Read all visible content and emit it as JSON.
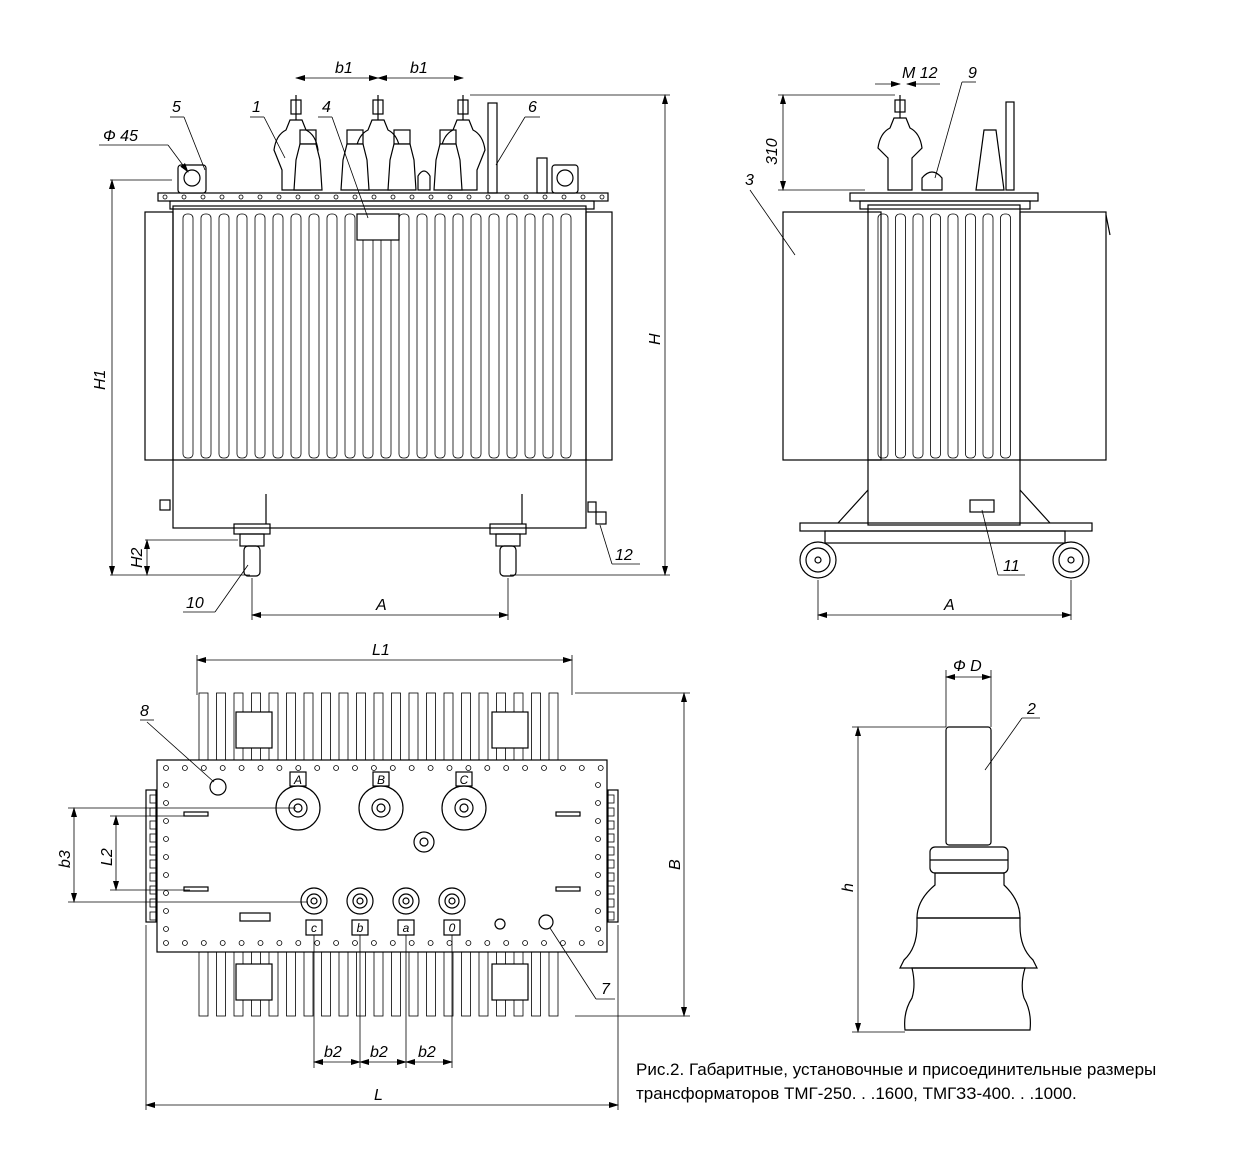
{
  "caption": {
    "line1": "Рис.2. Габаритные, установочные и присоединительные размеры",
    "line2": "трансформаторов  ТМГ-250. . .1600, ТМГЗЗ-400. . .1000."
  },
  "front_view": {
    "dims": {
      "b1_left": "b1",
      "b1_right": "b1",
      "phi45": "Ф 45",
      "H1": "H1",
      "H": "H",
      "H2": "H2",
      "A": "A"
    },
    "callouts": {
      "c1": "1",
      "c4": "4",
      "c5": "5",
      "c6": "6",
      "c10": "10",
      "c12": "12"
    }
  },
  "side_view": {
    "dims": {
      "M12": "M 12",
      "d310": "310",
      "A": "A"
    },
    "callouts": {
      "c3": "3",
      "c9": "9",
      "c11": "11"
    }
  },
  "top_view": {
    "dims": {
      "L1": "L1",
      "L": "L",
      "B": "B",
      "b3": "b3",
      "L2": "L2",
      "b2_1": "b2",
      "b2_2": "b2",
      "b2_3": "b2"
    },
    "callouts": {
      "c7": "7",
      "c8": "8"
    },
    "terminals_hv": [
      "A",
      "B",
      "C"
    ],
    "terminals_lv": [
      "c",
      "b",
      "a",
      "0"
    ]
  },
  "bushing_view": {
    "dims": {
      "phiD": "Ф D",
      "h": "h"
    },
    "callouts": {
      "c2": "2"
    }
  }
}
